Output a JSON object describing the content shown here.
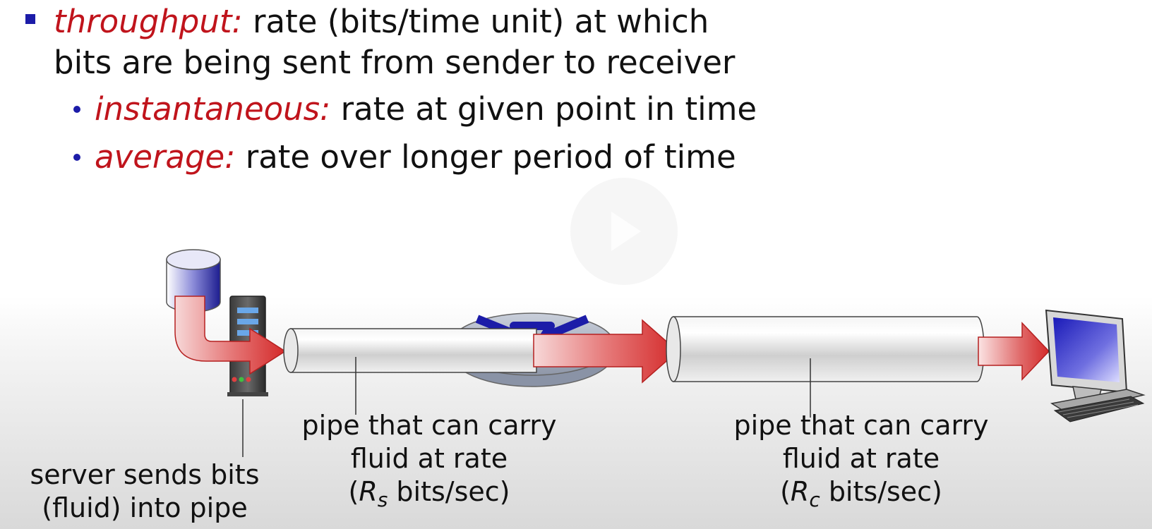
{
  "bullets": {
    "main": {
      "term": "throughput:",
      "text_line1": "rate (bits/time unit) at which",
      "text_line2": "bits are being sent from sender to receiver"
    },
    "sub": [
      {
        "term": "instantaneous:",
        "text": "rate at given point in time"
      },
      {
        "term": "average:",
        "text": "rate over longer period of time"
      }
    ]
  },
  "captions": {
    "server": {
      "line1": "server sends bits",
      "line2": "(fluid) into pipe"
    },
    "pipe_rs": {
      "line1": "pipe that can carry",
      "line2": "fluid at rate",
      "open": "(",
      "var": "R",
      "sub": "s",
      "units": " bits/sec)"
    },
    "pipe_rc": {
      "line1": "pipe that can carry",
      "line2": "fluid at rate",
      "open": "(",
      "var": "R",
      "sub": "c",
      "units": " bits/sec)"
    }
  },
  "colors": {
    "term": "#c0141c",
    "bullet": "#1c1ca8",
    "arrow": "#d42a2a"
  },
  "icons": [
    "database-icon",
    "server-tower-icon",
    "router-icon",
    "computer-icon",
    "play-icon"
  ]
}
